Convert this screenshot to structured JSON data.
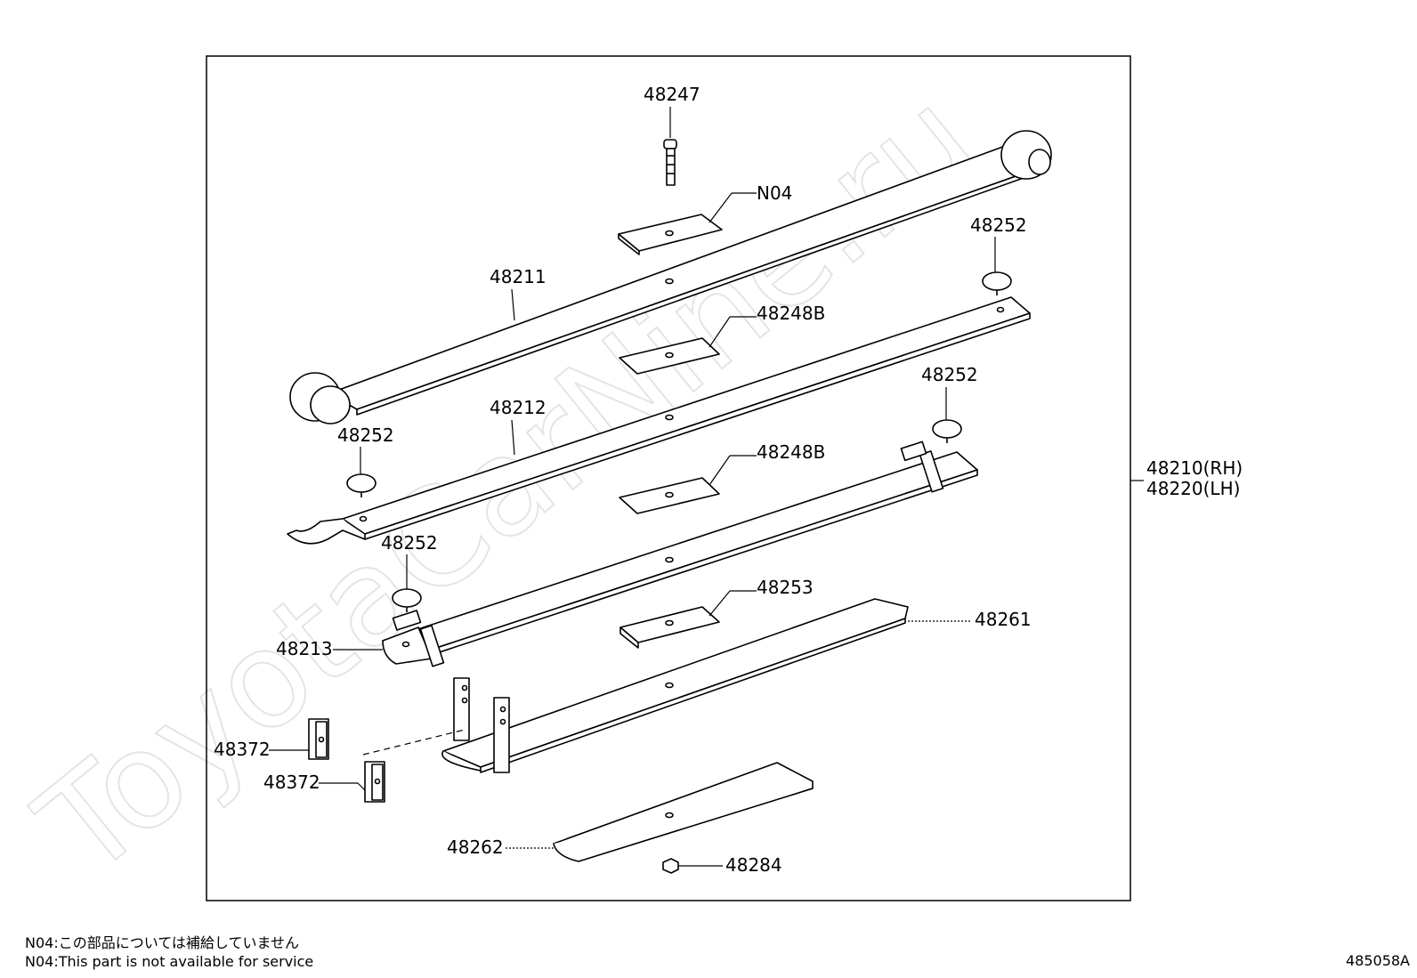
{
  "watermark": "ToyotaCarNine.ru",
  "labels": {
    "p48247": "48247",
    "n04": "N04",
    "p48211": "48211",
    "p48252_a": "48252",
    "p48248b_a": "48248B",
    "p48252_b": "48252",
    "p48212": "48212",
    "p48252_c": "48252",
    "p48248b_b": "48248B",
    "p48210": "48210(RH)",
    "p48220": "48220(LH)",
    "p48252_d": "48252",
    "p48253": "48253",
    "p48261": "48261",
    "p48213": "48213",
    "p48372_a": "48372",
    "p48372_b": "48372",
    "p48262": "48262",
    "p48284": "48284"
  },
  "notes": {
    "jp": "N04:この部品については補給していません",
    "en": "N04:This part is not available for service"
  },
  "diagram_id": "485058A"
}
